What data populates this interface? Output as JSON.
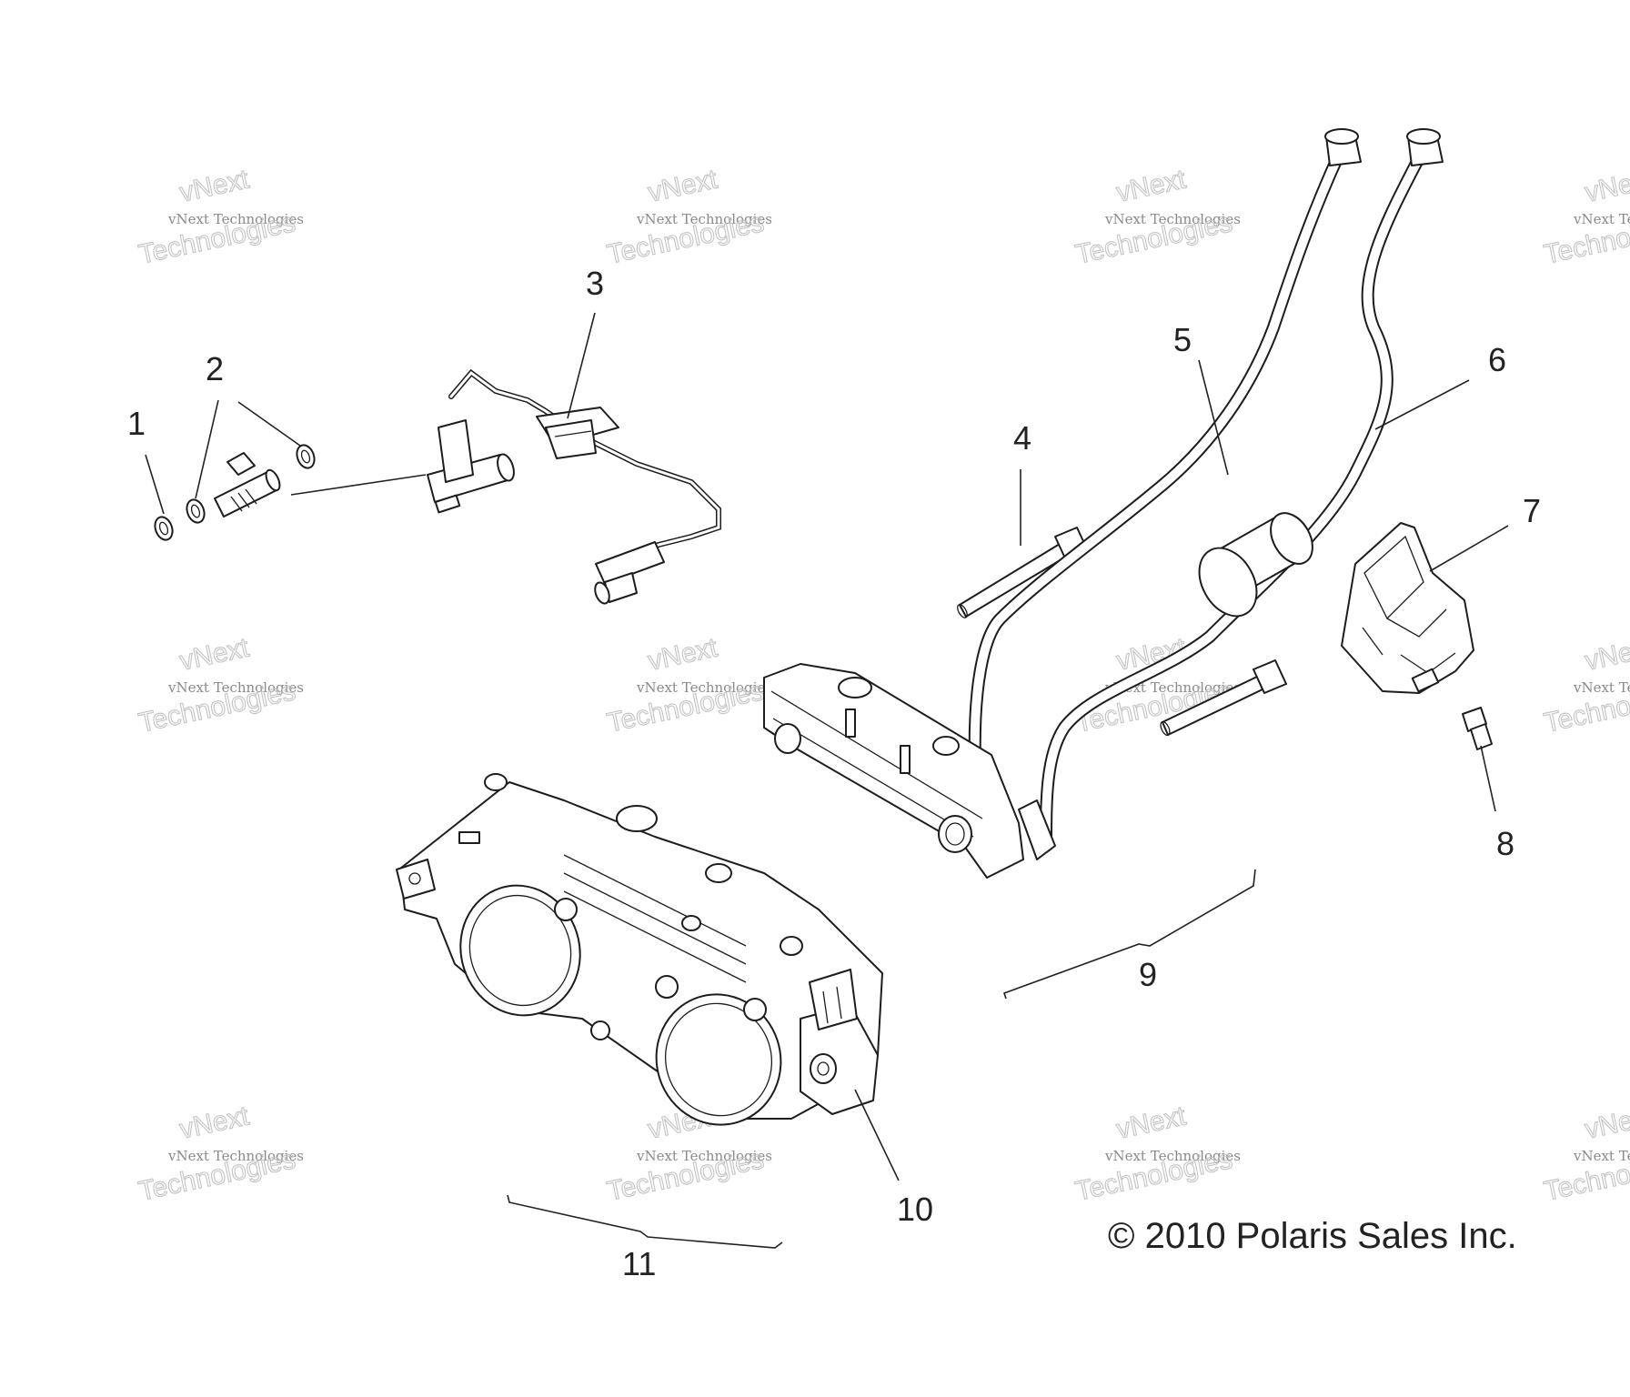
{
  "diagram": {
    "callouts": [
      {
        "id": "1",
        "text": "1"
      },
      {
        "id": "2",
        "text": "2"
      },
      {
        "id": "3",
        "text": "3"
      },
      {
        "id": "4",
        "text": "4"
      },
      {
        "id": "5",
        "text": "5"
      },
      {
        "id": "6",
        "text": "6"
      },
      {
        "id": "7",
        "text": "7"
      },
      {
        "id": "8",
        "text": "8"
      },
      {
        "id": "9",
        "text": "9"
      },
      {
        "id": "10",
        "text": "10"
      },
      {
        "id": "11",
        "text": "11"
      }
    ],
    "copyright": "© 2010 Polaris Sales Inc.",
    "watermark": {
      "small": "vNext Technologies",
      "large": "Technologies",
      "top": "vNext"
    }
  }
}
